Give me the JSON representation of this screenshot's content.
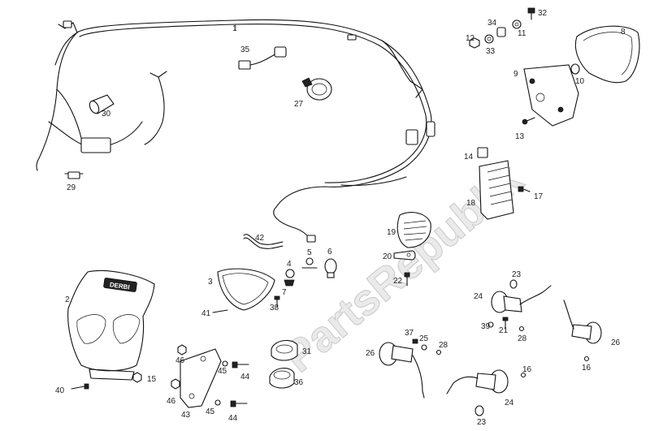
{
  "watermark": "PartsRepublik",
  "brand_logo": "DERBI",
  "callouts": [
    {
      "id": "c1",
      "text": "1"
    },
    {
      "id": "c2",
      "text": "2"
    },
    {
      "id": "c3",
      "text": "3"
    },
    {
      "id": "c4",
      "text": "4"
    },
    {
      "id": "c5",
      "text": "5"
    },
    {
      "id": "c6",
      "text": "6"
    },
    {
      "id": "c7",
      "text": "7"
    },
    {
      "id": "c8",
      "text": "8"
    },
    {
      "id": "c9",
      "text": "9"
    },
    {
      "id": "c10",
      "text": "10"
    },
    {
      "id": "c11",
      "text": "11"
    },
    {
      "id": "c12",
      "text": "12"
    },
    {
      "id": "c13",
      "text": "13"
    },
    {
      "id": "c14",
      "text": "14"
    },
    {
      "id": "c15",
      "text": "15"
    },
    {
      "id": "c16a",
      "text": "16"
    },
    {
      "id": "c16b",
      "text": "16"
    },
    {
      "id": "c17",
      "text": "17"
    },
    {
      "id": "c18",
      "text": "18"
    },
    {
      "id": "c19",
      "text": "19"
    },
    {
      "id": "c20",
      "text": "20"
    },
    {
      "id": "c21",
      "text": "21"
    },
    {
      "id": "c22",
      "text": "22"
    },
    {
      "id": "c23a",
      "text": "23"
    },
    {
      "id": "c23b",
      "text": "23"
    },
    {
      "id": "c24a",
      "text": "24"
    },
    {
      "id": "c24b",
      "text": "24"
    },
    {
      "id": "c25",
      "text": "25"
    },
    {
      "id": "c26a",
      "text": "26"
    },
    {
      "id": "c26b",
      "text": "26"
    },
    {
      "id": "c27",
      "text": "27"
    },
    {
      "id": "c28a",
      "text": "28"
    },
    {
      "id": "c28b",
      "text": "28"
    },
    {
      "id": "c29",
      "text": "29"
    },
    {
      "id": "c30",
      "text": "30"
    },
    {
      "id": "c31",
      "text": "31"
    },
    {
      "id": "c32",
      "text": "32"
    },
    {
      "id": "c33",
      "text": "33"
    },
    {
      "id": "c34",
      "text": "34"
    },
    {
      "id": "c35",
      "text": "35"
    },
    {
      "id": "c36",
      "text": "36"
    },
    {
      "id": "c37",
      "text": "37"
    },
    {
      "id": "c38",
      "text": "38"
    },
    {
      "id": "c39",
      "text": "39"
    },
    {
      "id": "c40",
      "text": "40"
    },
    {
      "id": "c41",
      "text": "41"
    },
    {
      "id": "c42",
      "text": "42"
    },
    {
      "id": "c43",
      "text": "43"
    },
    {
      "id": "c44a",
      "text": "44"
    },
    {
      "id": "c44b",
      "text": "44"
    },
    {
      "id": "c45a",
      "text": "45"
    },
    {
      "id": "c45b",
      "text": "45"
    },
    {
      "id": "c46a",
      "text": "46"
    },
    {
      "id": "c46b",
      "text": "46"
    }
  ]
}
